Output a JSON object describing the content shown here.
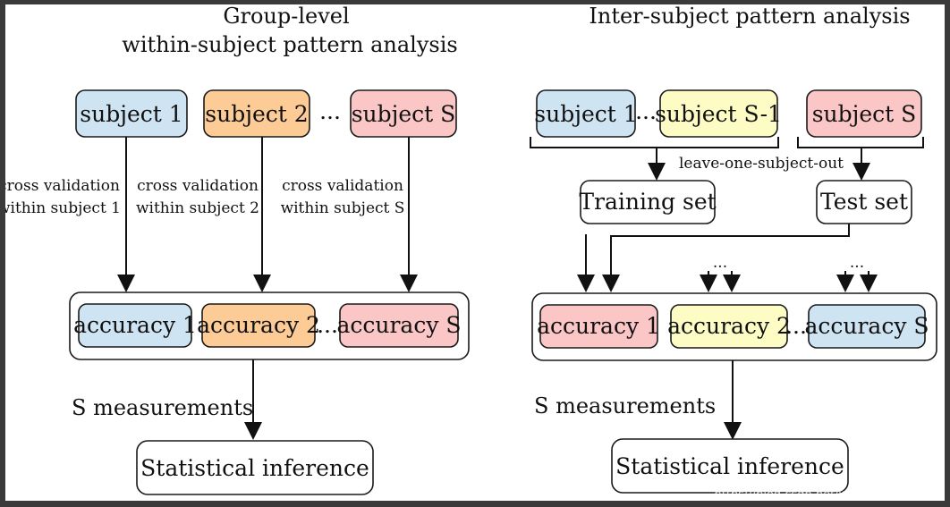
{
  "left_panel": {
    "title_line1": "Group-level",
    "title_line2": "within-subject pattern analysis",
    "subjects": [
      "subject 1",
      "subject 2",
      "subject S"
    ],
    "subject_ellipsis": "...",
    "cv_labels": [
      [
        "cross validation",
        "within subject 1"
      ],
      [
        "cross validation",
        "within subject 2"
      ],
      [
        "cross validation",
        "within subject S"
      ]
    ],
    "accuracies": [
      "accuracy 1",
      "accuracy 2",
      "accuracy S"
    ],
    "accuracy_ellipsis": "...",
    "measurements_label": "S measurements",
    "inference_label": "Statistical inference"
  },
  "right_panel": {
    "title": "Inter-subject pattern analysis",
    "train_subject_first": "subject 1",
    "train_subject_ellipsis": "...",
    "train_subject_last": "subject S-1",
    "test_subject": "subject S",
    "split_label": "leave-one-subject-out",
    "training_set_label": "Training set",
    "test_set_label": "Test set",
    "arrow_dots": "...",
    "accuracies": [
      "accuracy 1",
      "accuracy 2",
      "accuracy S"
    ],
    "accuracy_ellipsis": "...",
    "measurements_label": "S measurements",
    "inference_label": "Statistical inference"
  },
  "colors": {
    "blue": "#cfe4f3",
    "orange": "#fccb96",
    "pink": "#fbc6c6",
    "yellow": "#fdfcc4",
    "line": "#111111",
    "frame": "#3a3a3a",
    "background": "#ffffff"
  },
  "watermark": "https://blog.csdn.net/weixin_42100108"
}
